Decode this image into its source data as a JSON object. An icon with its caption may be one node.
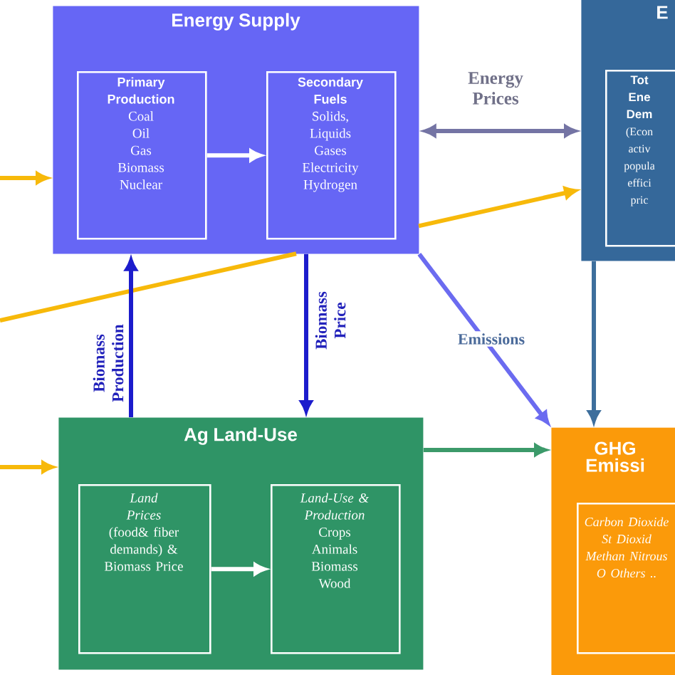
{
  "diagram": {
    "nodes": [
      {
        "text": [
          "Energy Supply"
        ]
      },
      {
        "text": [
          "Primary Production",
          "Coal Oil Gas Biomass Nuclear"
        ],
        "in": 0
      },
      {
        "text": [
          "Secondary Fuels",
          "Solids, Liquids Gases Electricity Hydrogen"
        ],
        "in": 0
      },
      {
        "text": [
          "E"
        ]
      },
      {
        "text": [
          "Tot Ene Dem",
          "(Econ activ popula effici pric"
        ],
        "in": 3
      },
      {
        "text": [
          "Ag Land-Use"
        ]
      },
      {
        "text": [
          "Land Prices",
          "(food& fiber demands) & Biomass Price"
        ],
        "in": 5
      },
      {
        "text": [
          "Land-Use & Production",
          "Crops Animals Biomass Wood"
        ],
        "in": 5
      },
      {
        "text": [
          "GHG Emissi"
        ]
      },
      {
        "text": [
          "Carbon Dioxide St Dioxid Methan Nitrous O Others .."
        ],
        "in": 8
      }
    ],
    "edges": [
      {
        "from": null,
        "to": 0,
        "arrow": "to",
        "color": "#f7b90a"
      },
      {
        "from": null,
        "to": 3,
        "arrow": "to",
        "color": "#f7b90a"
      },
      {
        "from": null,
        "to": 5,
        "arrow": "to",
        "color": "#f7b90a"
      },
      {
        "from": 1,
        "to": 2,
        "arrow": "to",
        "color": "#ffffff"
      },
      {
        "from": 0,
        "to": 3,
        "arrow": "both",
        "label": "Energy Prices",
        "color": "#7474a4"
      },
      {
        "from": 5,
        "to": 0,
        "arrow": "to",
        "label": "Biomass Production",
        "color": "#1c1ccc"
      },
      {
        "from": 0,
        "to": 5,
        "arrow": "to",
        "label": "Biomass Price",
        "color": "#1c1ccc"
      },
      {
        "from": 0,
        "to": 8,
        "arrow": "to",
        "label": "Emissions",
        "color": "#6b6bf0"
      },
      {
        "from": 3,
        "to": 8,
        "arrow": "to",
        "color": "#3d6e9c"
      },
      {
        "from": 5,
        "to": 8,
        "arrow": "to",
        "color": "#3c9a6a"
      },
      {
        "from": 6,
        "to": 7,
        "arrow": "to",
        "color": "#ffffff"
      }
    ]
  }
}
